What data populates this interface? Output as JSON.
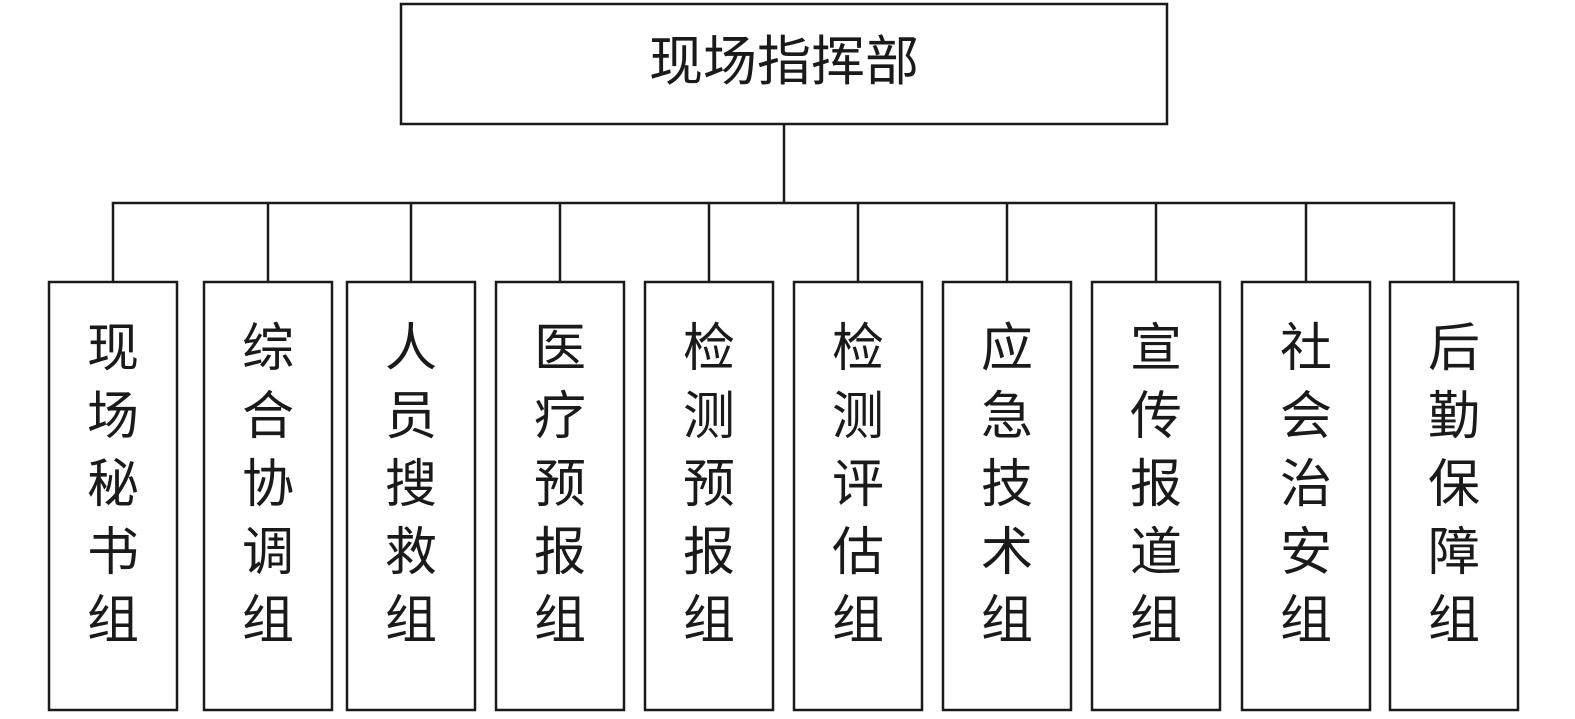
{
  "root": {
    "label": "现场指挥部"
  },
  "children": [
    {
      "label": "现场秘书组"
    },
    {
      "label": "综合协调组"
    },
    {
      "label": "人员搜救组"
    },
    {
      "label": "医疗预报组"
    },
    {
      "label": "检测预报组"
    },
    {
      "label": "检测评估组"
    },
    {
      "label": "应急技术组"
    },
    {
      "label": "宣传报道组"
    },
    {
      "label": "社会治安组"
    },
    {
      "label": "后勤保障组"
    }
  ]
}
